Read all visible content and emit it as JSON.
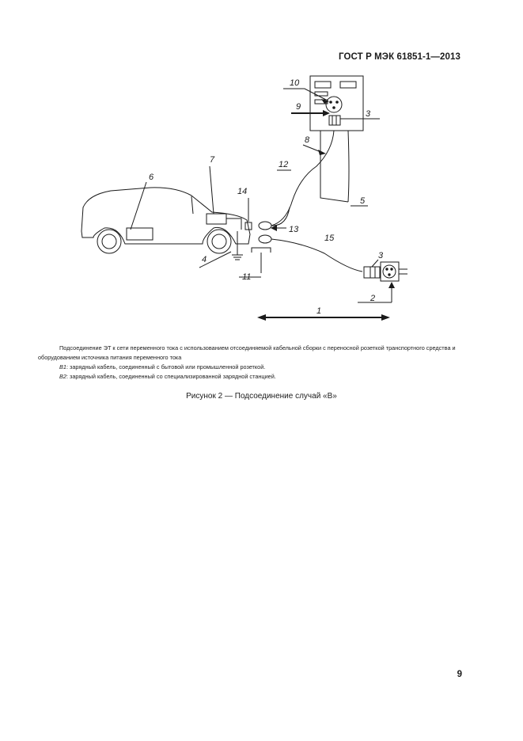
{
  "header": {
    "standard": "ГОСТ Р МЭК 61851-1—2013"
  },
  "figure": {
    "labels": {
      "l1": "1",
      "l2": "2",
      "l3a": "3",
      "l3b": "3",
      "l4": "4",
      "l5": "5",
      "l6": "6",
      "l7": "7",
      "l8": "8",
      "l9": "9",
      "l10": "10",
      "l11": "11",
      "l12": "12",
      "l13": "13",
      "l14": "14",
      "l15": "15"
    }
  },
  "caption": {
    "lead": "Подсоединение ЭТ к сети переменного тока с использованием отсоединяемой кабельной сборки с переносной розеткой транспортного средства и оборудованием источника питания переменного тока",
    "b1_code": "B1",
    "b1_text": ": зарядный кабель, соединенный с бытовой или промышленной розеткой.",
    "b2_code": "B2",
    "b2_text": ": зарядный кабель, соединенный со специализированной зарядной станцией."
  },
  "figure_title": "Рисунок 2 — Подсоединение случай «В»",
  "page_number": "9"
}
